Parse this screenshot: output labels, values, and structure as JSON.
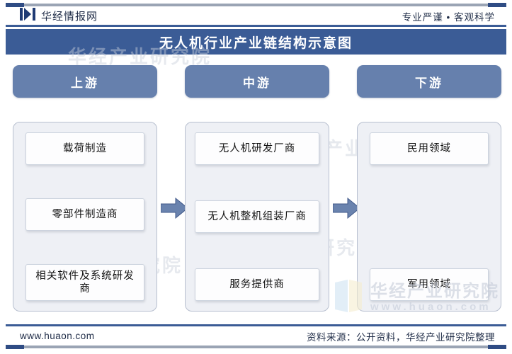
{
  "header": {
    "brand": "华经情报网",
    "brand_icon": "huajing-logo-icon",
    "tagline": "专业严谨 • 客观科学"
  },
  "title_bar": {
    "title": "无人机行业产业链结构示意图"
  },
  "diagram": {
    "type": "industry-chain-structure",
    "columns": [
      {
        "id": "upstream",
        "header": "上游",
        "nodes": [
          "载荷制造",
          "零部件制造商",
          "相关软件及系统研发商"
        ]
      },
      {
        "id": "midstream",
        "header": "中游",
        "nodes": [
          "无人机研发厂商",
          "无人机整机组装厂商",
          "服务提供商"
        ]
      },
      {
        "id": "downstream",
        "header": "下游",
        "nodes": [
          "民用领域",
          "军用领域"
        ]
      }
    ],
    "connectors": [
      {
        "from": "upstream",
        "to": "midstream",
        "icon": "arrow-right-icon"
      },
      {
        "from": "midstream",
        "to": "downstream",
        "icon": "arrow-right-icon"
      }
    ]
  },
  "watermarks": {
    "repeat_text": "华经产业研究院",
    "main_title": "华经产业研究院",
    "main_url": "www.huaon.com",
    "logo_icon": "huaon-watermark-logo-icon"
  },
  "footer": {
    "site": "www.huaon.com",
    "source": "资料来源：公开资料，华经产业研究院整理"
  },
  "colors": {
    "title_bar": "#3b5c96",
    "column_header": "#6680ad",
    "panel_fill": "#eef0f5",
    "panel_border": "#b7bfcf",
    "node_fill": "#fdfdfe",
    "arrow": "#6680ad",
    "rail": "#9aa4b4",
    "rail_cap": "#2f4c84"
  }
}
